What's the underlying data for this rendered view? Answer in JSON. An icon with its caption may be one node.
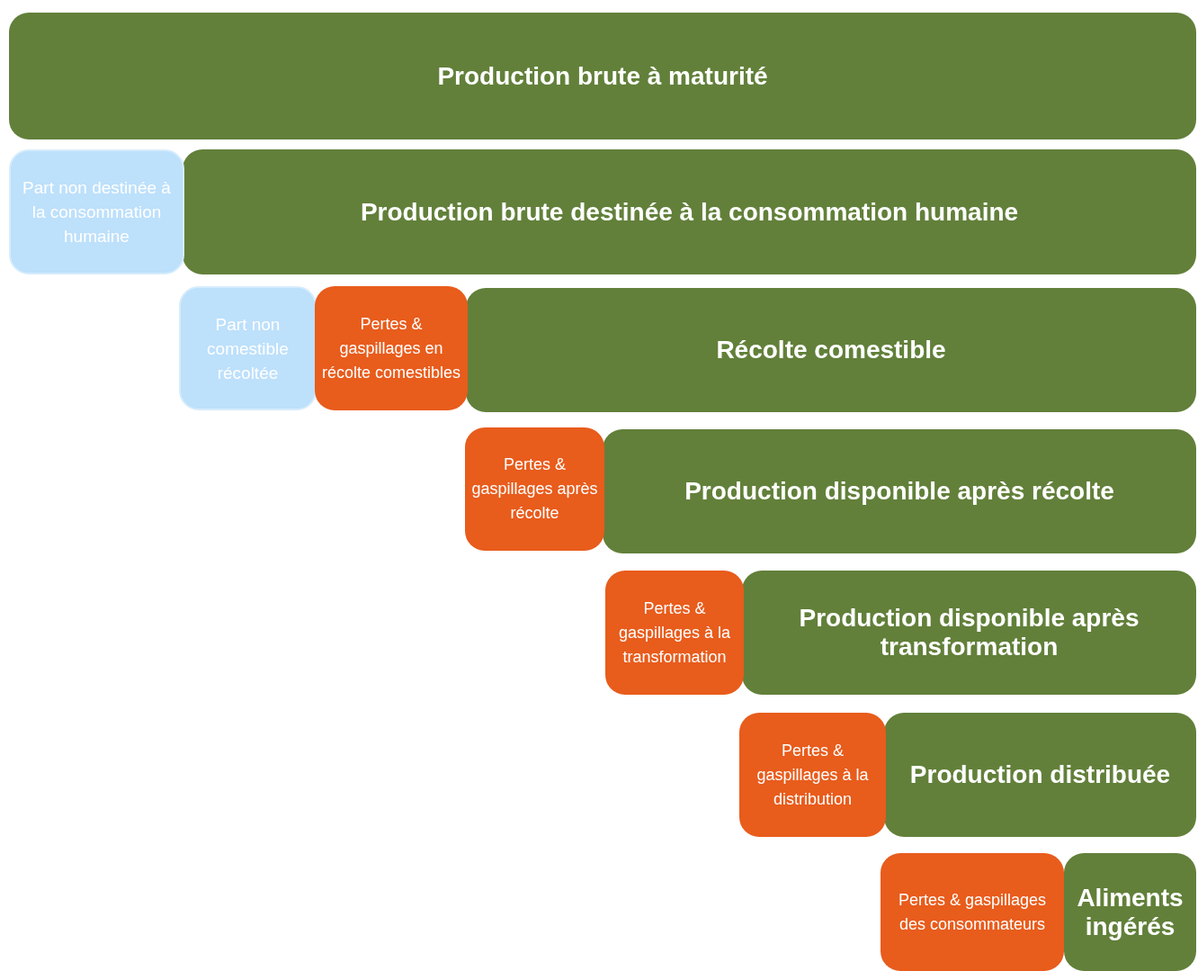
{
  "diagram": {
    "nodes": [
      {
        "text": [
          "Production brute à maturité"
        ]
      },
      {
        "text": [
          "Part non destinée à la consommation humaine"
        ]
      },
      {
        "text": [
          "Production brute destinée à la consommation humaine"
        ]
      },
      {
        "text": [
          "Part non comestible récoltée"
        ]
      },
      {
        "text": [
          "Pertes & gaspillages en récolte comestibles"
        ]
      },
      {
        "text": [
          "Récolte comestible"
        ]
      },
      {
        "text": [
          "Pertes & gaspillages après récolte"
        ]
      },
      {
        "text": [
          "Production disponible après récolte"
        ]
      },
      {
        "text": [
          "Pertes & gaspillages à la transformation"
        ]
      },
      {
        "text": [
          "Production disponible après transformation"
        ]
      },
      {
        "text": [
          "Pertes & gaspillages à la distribution"
        ]
      },
      {
        "text": [
          "Production distribuée"
        ]
      },
      {
        "text": [
          "Pertes & gaspillages des consommateurs"
        ]
      },
      {
        "text": [
          "Aliments ingérés"
        ]
      }
    ]
  }
}
